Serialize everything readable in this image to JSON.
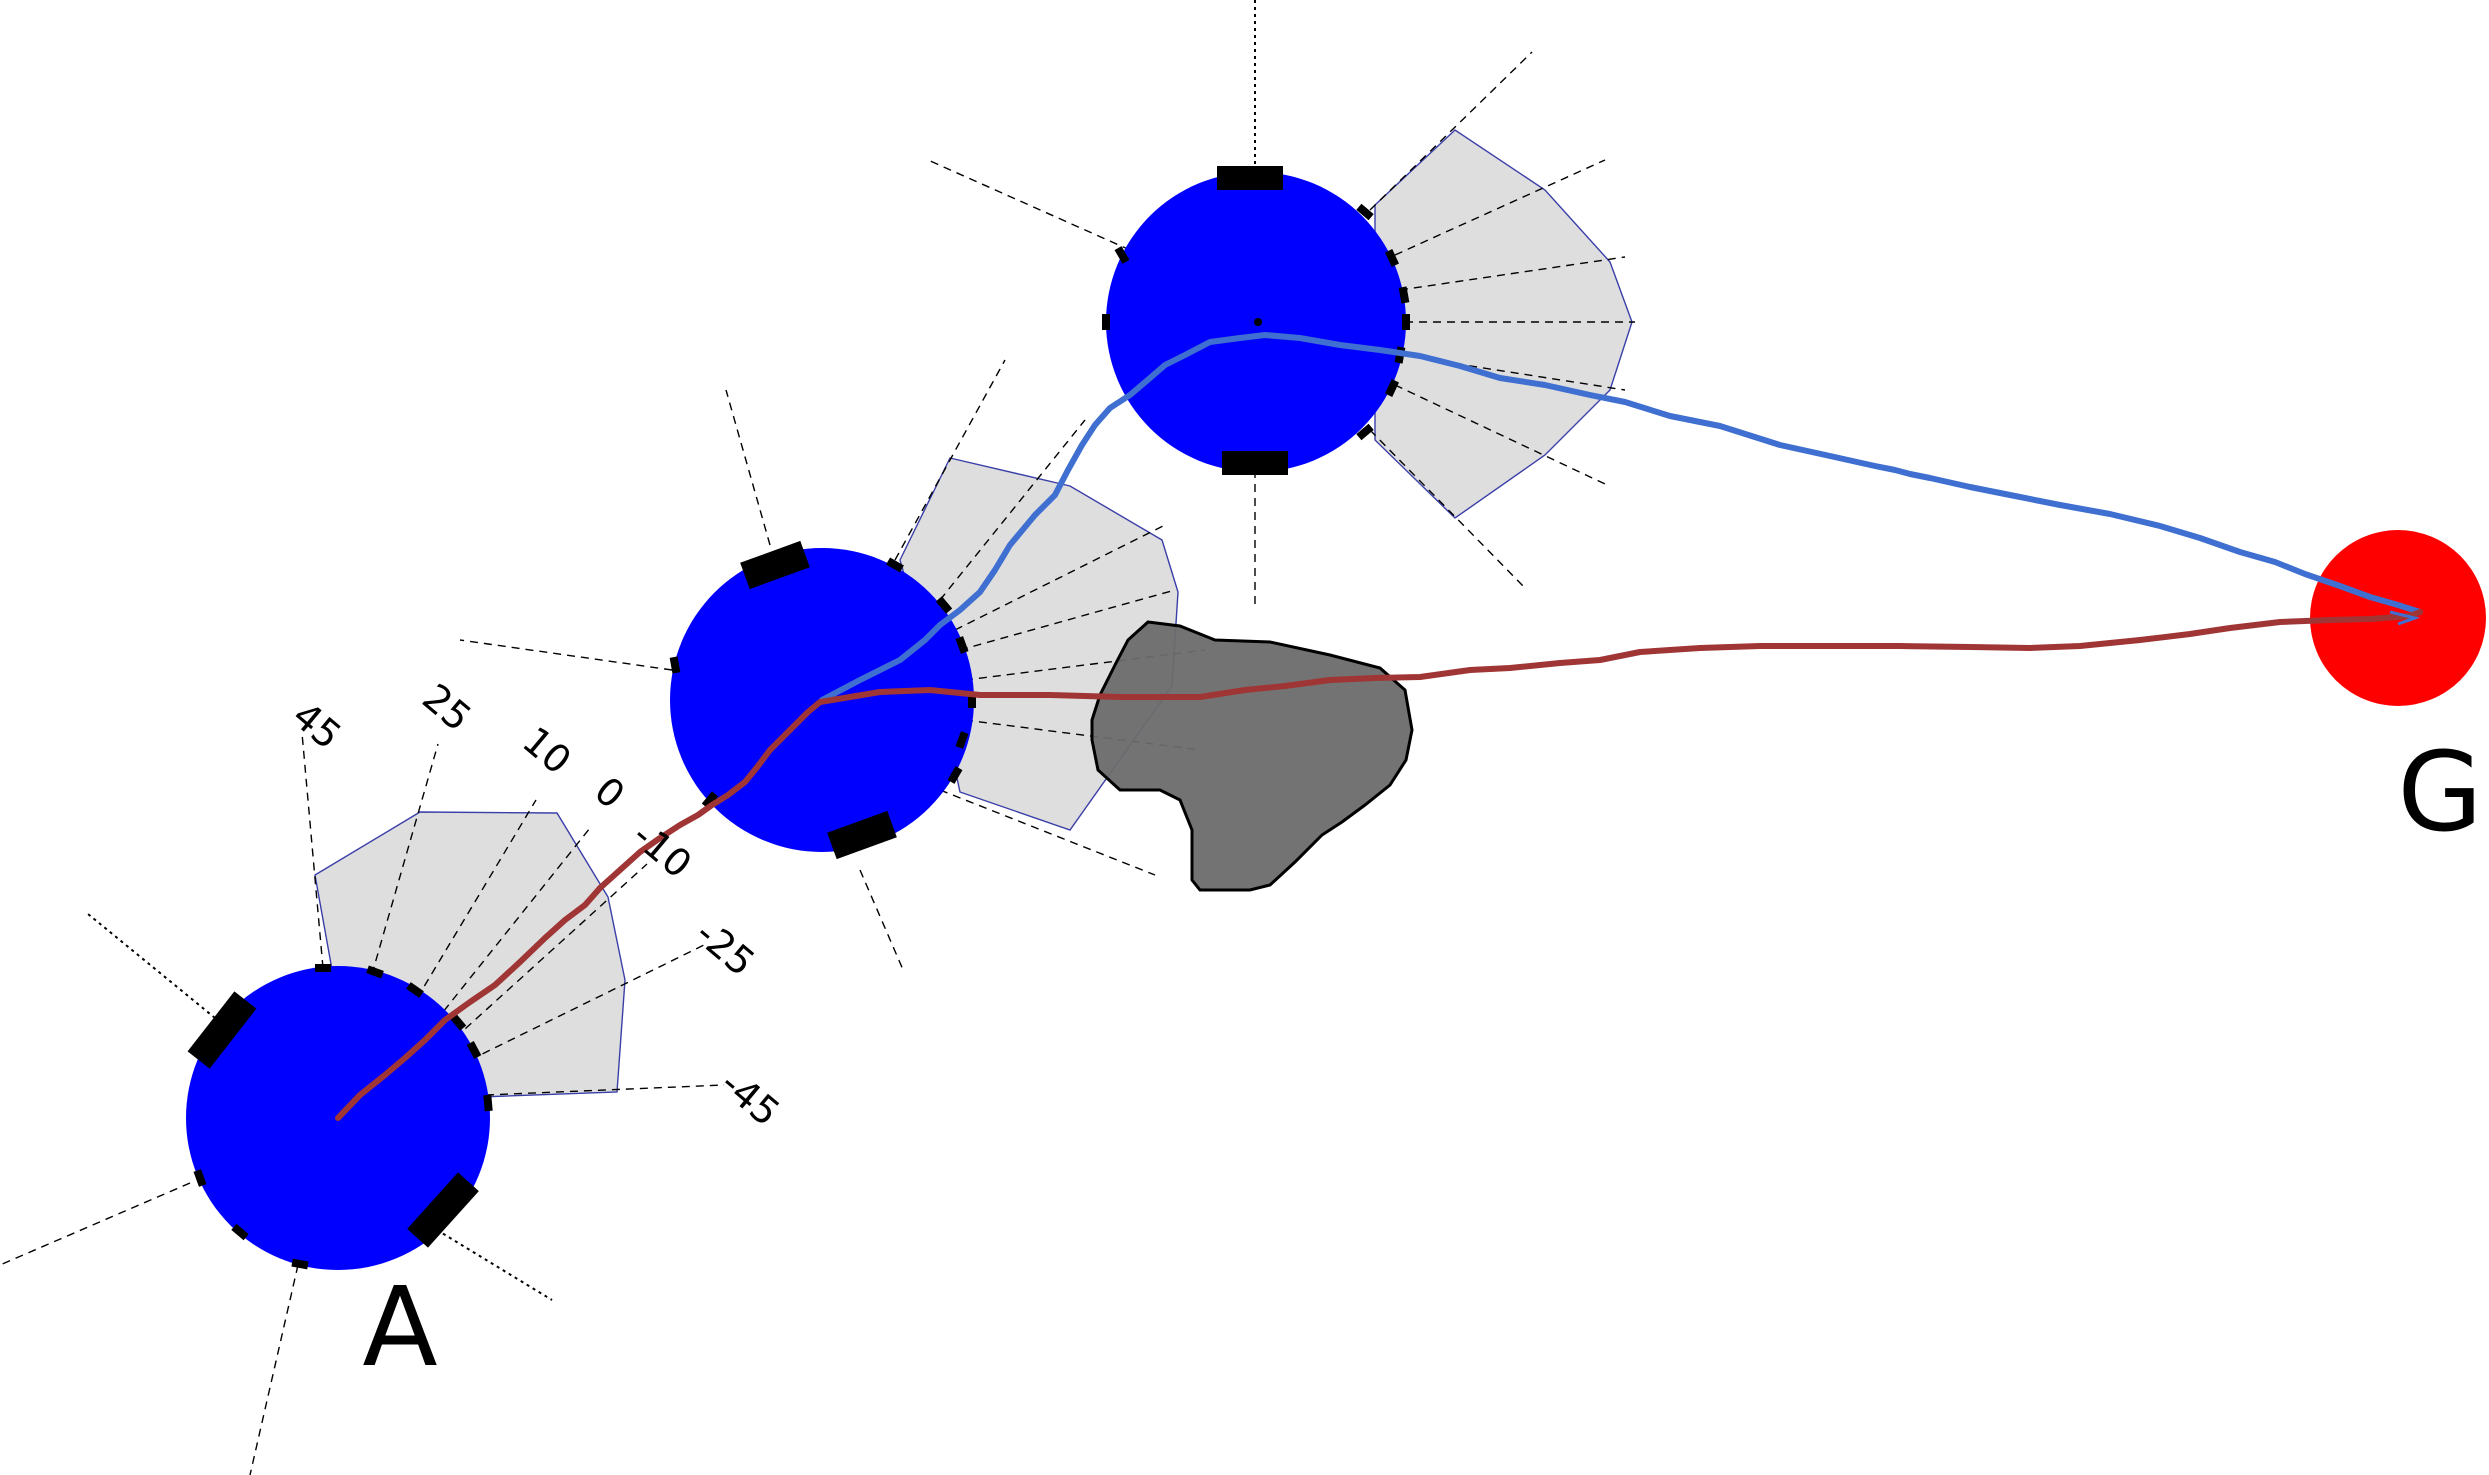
{
  "labels": {
    "start": "A",
    "goal": "G"
  },
  "angle_labels": [
    "45",
    "25",
    "10",
    "0",
    "-10",
    "-25",
    "-45"
  ],
  "colors": {
    "robot": "#0000ff",
    "goal": "#ff0000",
    "obstacle": "#6b6b6b",
    "sensor_region": "#dedede",
    "sensor_outline": "#3a3fa8",
    "path_blue": "#3f6fd0",
    "path_red": "#a03535"
  },
  "elements": {
    "robots": [
      "robot-start",
      "robot-middle",
      "robot-top"
    ],
    "goal": "goal-marker",
    "obstacle": "obstacle-blob",
    "paths": [
      "path-blue",
      "path-red"
    ]
  }
}
